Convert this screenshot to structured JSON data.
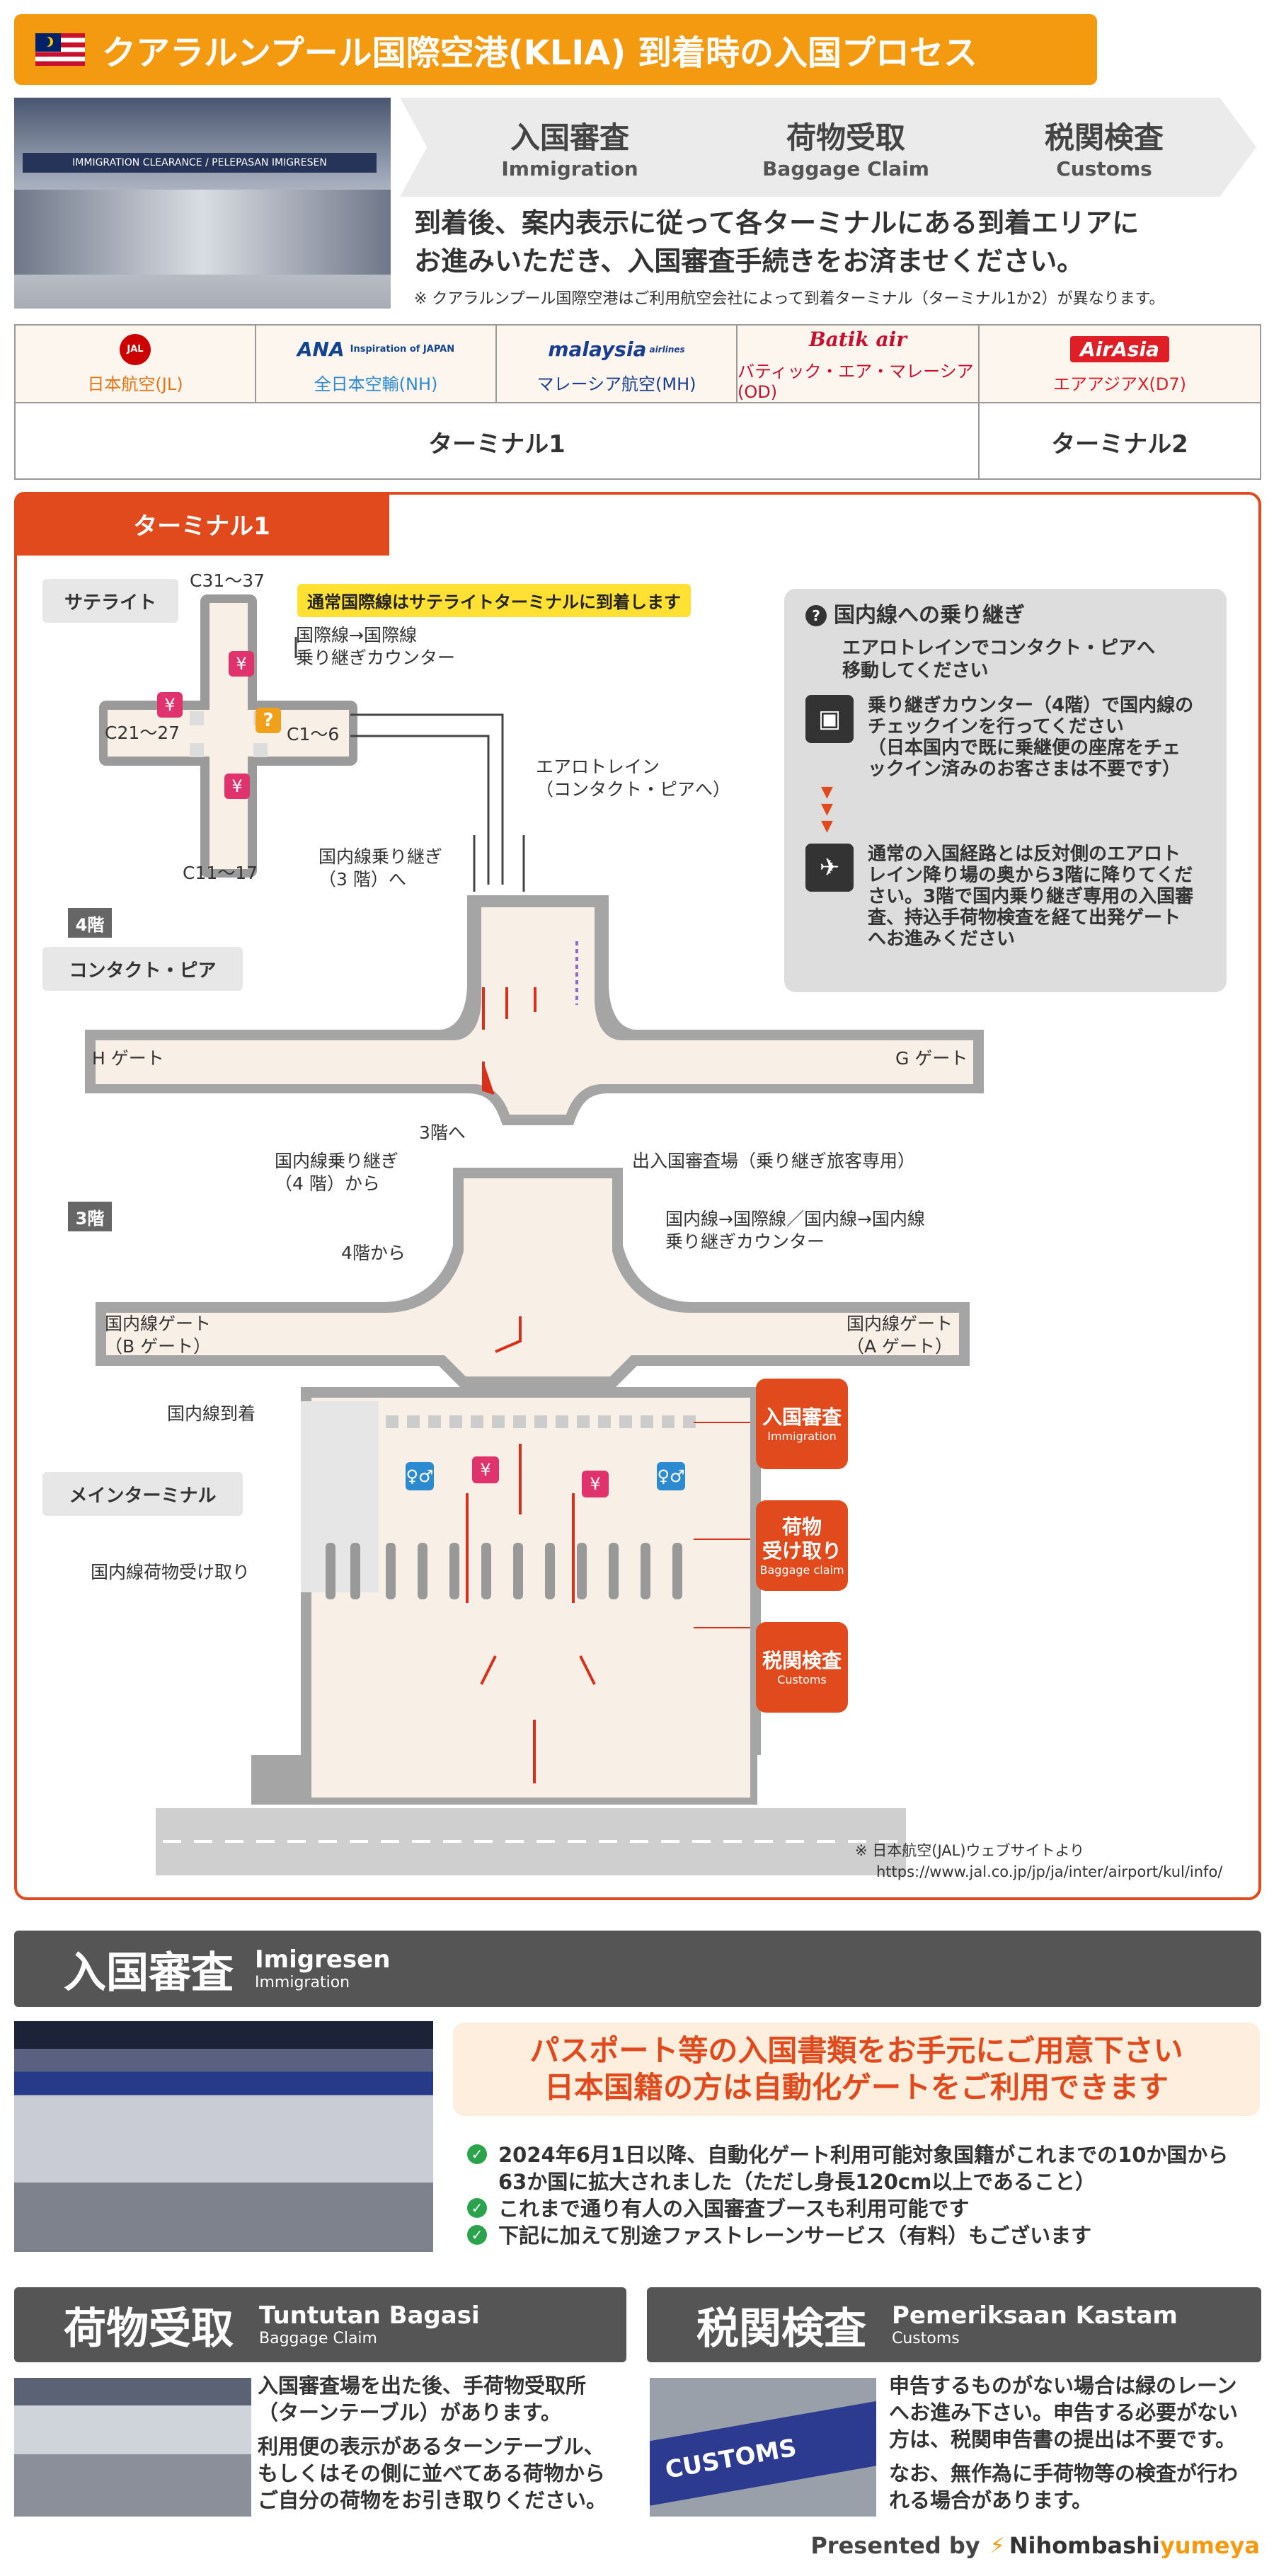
{
  "header": {
    "title": "クアラルンプール国際空港(KLIA) 到着時の入国プロセス"
  },
  "photo_banner": {
    "sign": "IMMIGRATION CLEARANCE / PELEPASAN IMIGRESEN"
  },
  "steps": [
    {
      "jp": "入国審査",
      "en": "Immigration"
    },
    {
      "jp": "荷物受取",
      "en": "Baggage Claim"
    },
    {
      "jp": "税関検査",
      "en": "Customs"
    }
  ],
  "intro": {
    "line1": "到着後、案内表示に従って各ターミナルにある到着エリアに",
    "line2": "お進みいただき、入国審査手続きをお済ませください。",
    "note": "※ クアラルンプール国際空港はご利用航空会社によって到着ターミナル（ターミナル1か2）が異なります。"
  },
  "airlines": [
    {
      "logo": "JAL",
      "name": "日本航空(JL)",
      "color": "#cc0000"
    },
    {
      "logo": "ANA",
      "sub": "Inspiration of JAPAN",
      "name": "全日本空輸(NH)",
      "color": "#13448f"
    },
    {
      "logo": "malaysia",
      "sub": "airlines",
      "name": "マレーシア航空(MH)",
      "color": "#1a3e8f"
    },
    {
      "logo": "Batik air",
      "name": "バティック・エア・マレーシア(OD)",
      "color": "#c8102e"
    },
    {
      "logo": "AirAsia",
      "name": "エアアジアX(D7)",
      "color": "#e01e26"
    }
  ],
  "terminals": {
    "t1": "ターミナル1",
    "t2": "ターミナル2"
  },
  "terminal1": {
    "tab": "ターミナル1",
    "satellite": "サテライト",
    "yellow_note": "通常国際線はサテライトターミナルに到着します",
    "c31": "C31～37",
    "c21": "C21～27",
    "c1": "C1～6",
    "c11": "C11～17",
    "transfer_counter": "国際線→国際線\n乗り継ぎカウンター",
    "aerotrain": "エアロトレイン\n（コンタクト・ピアへ）",
    "dom_transfer_3f": "国内線乗り継ぎ\n（3 階）へ",
    "floor4": "4階",
    "contact_pier": "コンタクト・ピア",
    "h_gate": "H ゲート",
    "g_gate": "G ゲート",
    "to_3f": "3階へ",
    "floor3": "3階",
    "dom_from_4f": "国内線乗り継ぎ\n（4 階）から",
    "transit_immigration": "出入国審査場（乗り継ぎ旅客専用）",
    "dom_intl_counter": "国内線→国際線／国内線→国内線\n乗り継ぎカウンター",
    "from_4f": "4階から",
    "dom_gate_b": "国内線ゲート\n（B ゲート）",
    "dom_gate_a": "国内線ゲート\n（A ゲート）",
    "dom_arrival": "国内線到着",
    "main_terminal": "メインターミナル",
    "dom_baggage": "国内線荷物受け取り",
    "box_immigration": {
      "jp": "入国審査",
      "en": "Immigration"
    },
    "box_baggage": {
      "jp": "荷物\n受け取り",
      "en": "Baggage claim"
    },
    "box_customs": {
      "jp": "税関検査",
      "en": "Customs"
    },
    "source_note": "※ 日本航空(JAL)ウェブサイトより",
    "source_url": "https://www.jal.co.jp/jp/ja/inter/airport/kul/info/"
  },
  "domestic_info": {
    "title": "国内線への乗り継ぎ",
    "lead": "エアロトレインでコンタクト・ピアへ\n移動してください",
    "step1": "乗り継ぎカウンター（4階）で国内線の\nチェックインを行ってください\n（日本国内で既に乗継便の座席をチェ\nックイン済みのお客さまは不要です）",
    "step2": "通常の入国経路とは反対側のエアロト\nレイン降り場の奥から3階に降りてくだ\nさい。3階で国内乗り継ぎ専用の入国審\n査、持込手荷物検査を経て出発ゲート\nへお進みください"
  },
  "immigration": {
    "title": "入国審査",
    "sub1": "Imigresen",
    "sub2": "Immigration",
    "callout1": "パスポート等の入国書類をお手元にご用意下さい",
    "callout2": "日本国籍の方は自動化ゲートをご利用できます",
    "bullets": [
      "2024年6月1日以降、自動化ゲート利用可能対象国籍がこれまでの10か国から\n63か国に拡大されました（ただし身長120cm以上であること）",
      "これまで通り有人の入国審査ブースも利用可能です",
      "下記に加えて別途ファストレーンサービス（有料）もございます"
    ]
  },
  "baggage": {
    "title": "荷物受取",
    "sub1": "Tuntutan Bagasi",
    "sub2": "Baggage Claim",
    "p1": "入国審査場を出た後、手荷物受取所\n（ターンテーブル）があります。",
    "p2": "利用便の表示があるターンテーブル、\nもしくはその側に並べてある荷物から\nご自分の荷物をお引き取りください。"
  },
  "customs": {
    "title": "税関検査",
    "sub1": "Pemeriksaan Kastam",
    "sub2": "Customs",
    "sign": "CUSTOMS",
    "p1": "申告するものがない場合は緑のレーン\nへお進み下さい。申告する必要がない\n方は、税関申告書の提出は不要です。",
    "p2": "なお、無作為に手荷物等の検査が行わ\nれる場合があります。"
  },
  "footer": {
    "presented": "Presented by",
    "brand_a": "Nihombashi",
    "brand_b": "yumeya"
  }
}
